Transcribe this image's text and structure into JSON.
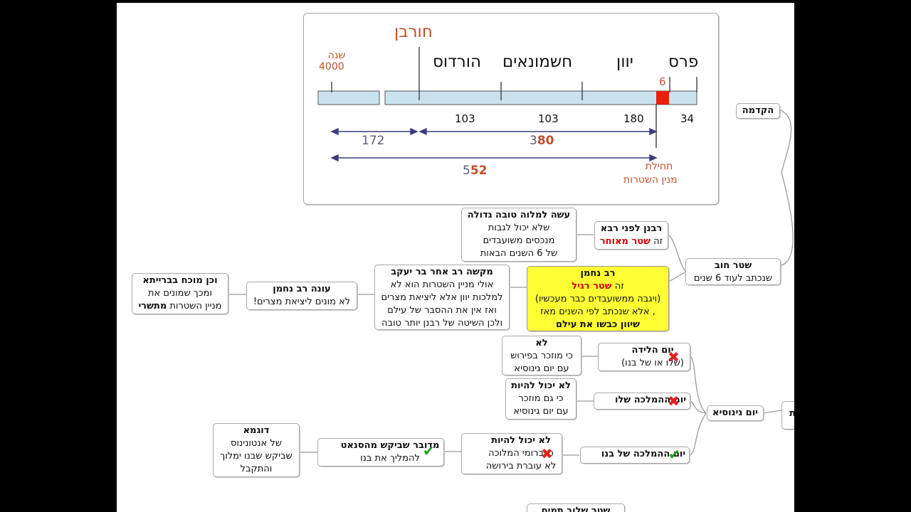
{
  "timeline": {
    "year_label": "שנה",
    "year_value": "4000",
    "churban": "חורבן",
    "eras": {
      "herodus": "הורדוס",
      "chashmonaim": "חשמונאים",
      "yavan": "יוון",
      "paras": "פרס"
    },
    "six": "6",
    "durations": {
      "d1": "103",
      "d2": "103",
      "d3": "180",
      "d4": "34"
    },
    "span172": "172",
    "span380_a": "3",
    "span380_b": "80",
    "span552_a": "5",
    "span552_b": "52",
    "start_line1": "תחילת",
    "start_line2": "מנין השטרות"
  },
  "nodes": {
    "hakdama": "הקדמה",
    "shtar_chov": {
      "title": "שטר חוב",
      "line": "שנכתב לעוד 6 שנים"
    },
    "rabanan": {
      "title": "רבנן לפני רבא",
      "pre": "זה ",
      "red": "שטר מאוחר"
    },
    "aseh": {
      "title": "עשה למלוה טובה גדולה",
      "l1": "שלא יכול לגבות",
      "l2": "מנכסים משועבדים",
      "l3": "של 6 השנים הבאות"
    },
    "rav_nachman": {
      "title": "רב נחמן",
      "pre": "זה ",
      "red": "שטר רגיל",
      "l2": "(ויגבה ממשועבדים כבר מעכשיו)",
      "l3": ", אלא שנכתב לפי השנים מאז",
      "bold": "שיוון כבשו את עילם"
    },
    "makshe": {
      "title": "מקשה רב אחר בר יעקב",
      "l1": "אולי מניין השטרות הוא לא",
      "l2": "למלכות יוון אלא ליציאת מצרים",
      "l3": "ואז  אין את ההסבר של עילם",
      "l4": "ולכן השיטה של רבנן יותר טובה"
    },
    "one": {
      "title": "עונה רב נחמן",
      "l1": "לא מונים ליציאת מצרים!"
    },
    "vchen": {
      "title": "וכן מוכח בברייתא",
      "l1": "ומכך שמונים את",
      "l2a": "מניין השטרות ",
      "l2b": "מתשרי"
    },
    "yom_gymnasia": "יום גינוסיא",
    "right_edge": "ת",
    "yom_halida": {
      "title": "יום הלידה",
      "l1": "(שלו או של בנו)"
    },
    "lo1": {
      "title": "לא",
      "l1": "כי מוזכר בפירוש",
      "l2": "עם יום גינוסיא"
    },
    "yom_hamlacha_shelo": "יום ההמלכה שלו",
    "lo_yachol1": {
      "title": "לא יכול להיות",
      "l1": "כי גם מוזכר",
      "l2": "עם יום גינוסיא"
    },
    "yom_hamlacha_bno": "יום ההמלכה של בנו",
    "lo_yachol2": {
      "title": "לא יכול להיות",
      "l1": "כי ברומי המלוכה",
      "l2": "לא עוברת בירושה"
    },
    "medubar": {
      "title": "מדובר שביקש מהסנאט",
      "l1": "להמליך את בנו"
    },
    "dugma": {
      "title": "דוגמא",
      "l1": "של אנטונינוס",
      "l2": "שביקש שבנו ימלוך",
      "l3": "והתקבל"
    },
    "bottom_cut": "שטר שלוב תמים"
  },
  "icons": {
    "x": "✖",
    "check": "✔"
  },
  "colors": {
    "timeline_fill": "#c9e3ee",
    "era_red": "#c0502a",
    "red_block": "#e8200e",
    "arrow": "#3c3c7a",
    "yellow": "#ffff33"
  }
}
